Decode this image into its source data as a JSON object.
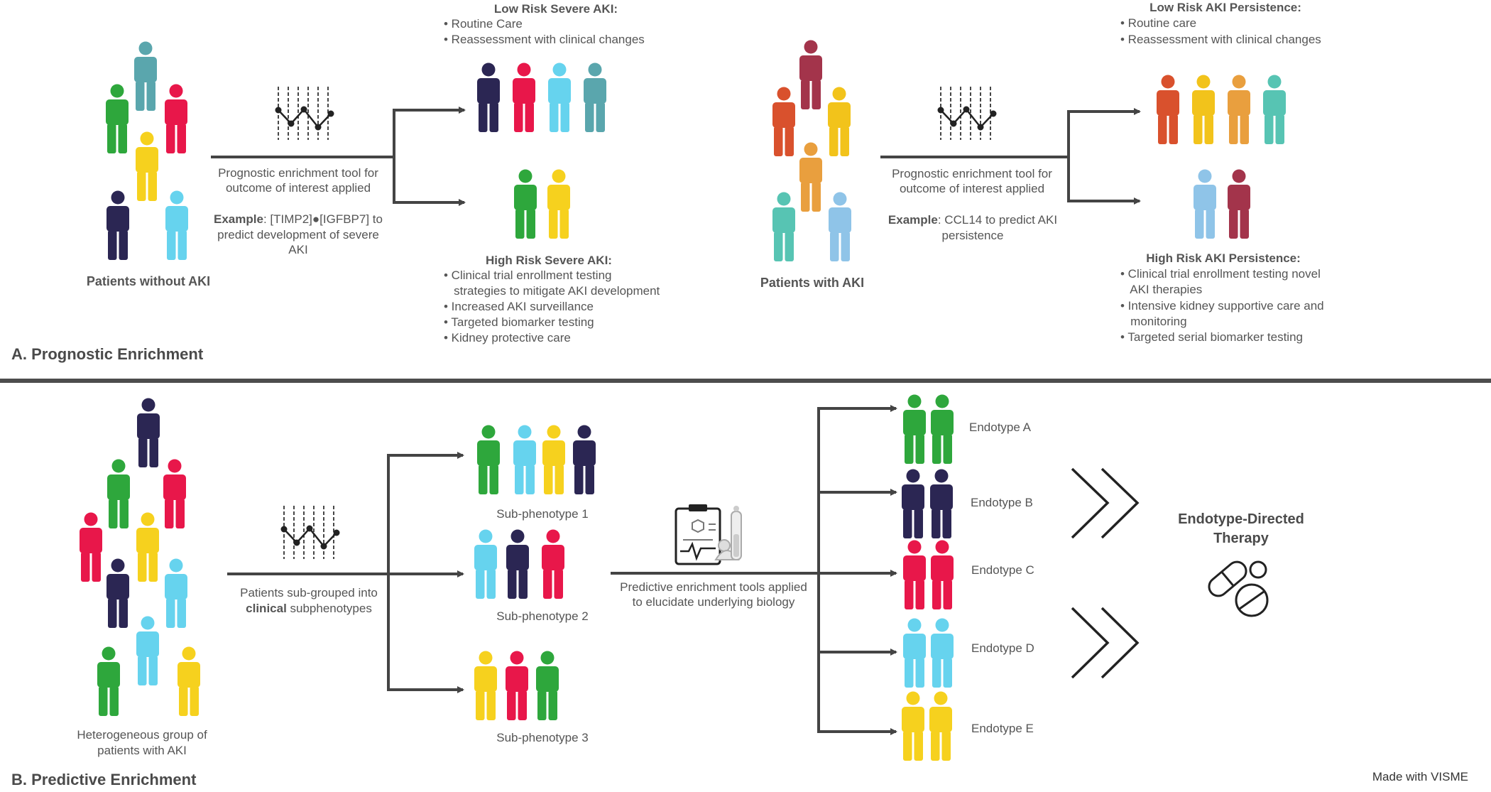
{
  "colors": {
    "navy": "#2b2653",
    "teal": "#5aa6ad",
    "red": "#e8174a",
    "green": "#2ea73c",
    "yellow": "#f6d11e",
    "lightblue": "#66d3ee",
    "maroon": "#a3344b",
    "orange": "#d9512d",
    "gold": "#f2c31b",
    "amber": "#e99f3e",
    "mint": "#57c4b3",
    "paleblue": "#8fc4e8",
    "line": "#444444",
    "text": "#555555",
    "divider": "#4d4d4d"
  },
  "section_a": {
    "label": "A. Prognostic Enrichment",
    "left": {
      "group_label": "Patients without AKI",
      "tool_text": [
        "Prognostic enrichment tool for",
        "outcome of interest applied"
      ],
      "example_bold": "Example",
      "example_rest": ": [TIMP2]●[IGFBP7] to",
      "example_lines": [
        "predict development of severe",
        "AKI"
      ],
      "low_title": "Low Risk Severe AKI:",
      "low_items": [
        "• Routine Care",
        "• Reassessment with clinical changes"
      ],
      "high_title": "High Risk Severe AKI:",
      "high_items": [
        "• Clinical trial enrollment testing",
        "   strategies to mitigate AKI development",
        "• Increased AKI surveillance",
        "• Targeted biomarker testing",
        "• Kidney protective care"
      ]
    },
    "right": {
      "group_label": "Patients with AKI",
      "tool_text": [
        "Prognostic enrichment tool for",
        "outcome of interest applied"
      ],
      "example_bold": "Example",
      "example_rest": ": CCL14 to predict AKI",
      "example_lines": [
        "persistence"
      ],
      "low_title": "Low Risk AKI Persistence:",
      "low_items": [
        "• Routine care",
        "• Reassessment with clinical changes"
      ],
      "high_title": "High Risk AKI Persistence:",
      "high_items": [
        "• Clinical trial enrollment testing novel",
        "   AKI therapies",
        "• Intensive kidney supportive care and",
        "   monitoring",
        "• Targeted serial biomarker testing"
      ]
    }
  },
  "section_b": {
    "label": "B. Predictive Enrichment",
    "group_label": [
      "Heterogeneous group of",
      "patients with AKI"
    ],
    "subgroup_text_1": "Patients sub-grouped into",
    "subgroup_bold": "clinical",
    "subgroup_rest": " subphenotypes",
    "subphenotypes": [
      "Sub-phenotype 1",
      "Sub-phenotype 2",
      "Sub-phenotype 3"
    ],
    "predictive_text": [
      "Predictive enrichment tools applied",
      "to elucidate underlying biology"
    ],
    "endotypes": [
      "Endotype A",
      "Endotype B",
      "Endotype C",
      "Endotype D",
      "Endotype E"
    ],
    "therapy_label": [
      "Endotype-Directed",
      "Therapy"
    ]
  },
  "watermark": "Made with VISME"
}
